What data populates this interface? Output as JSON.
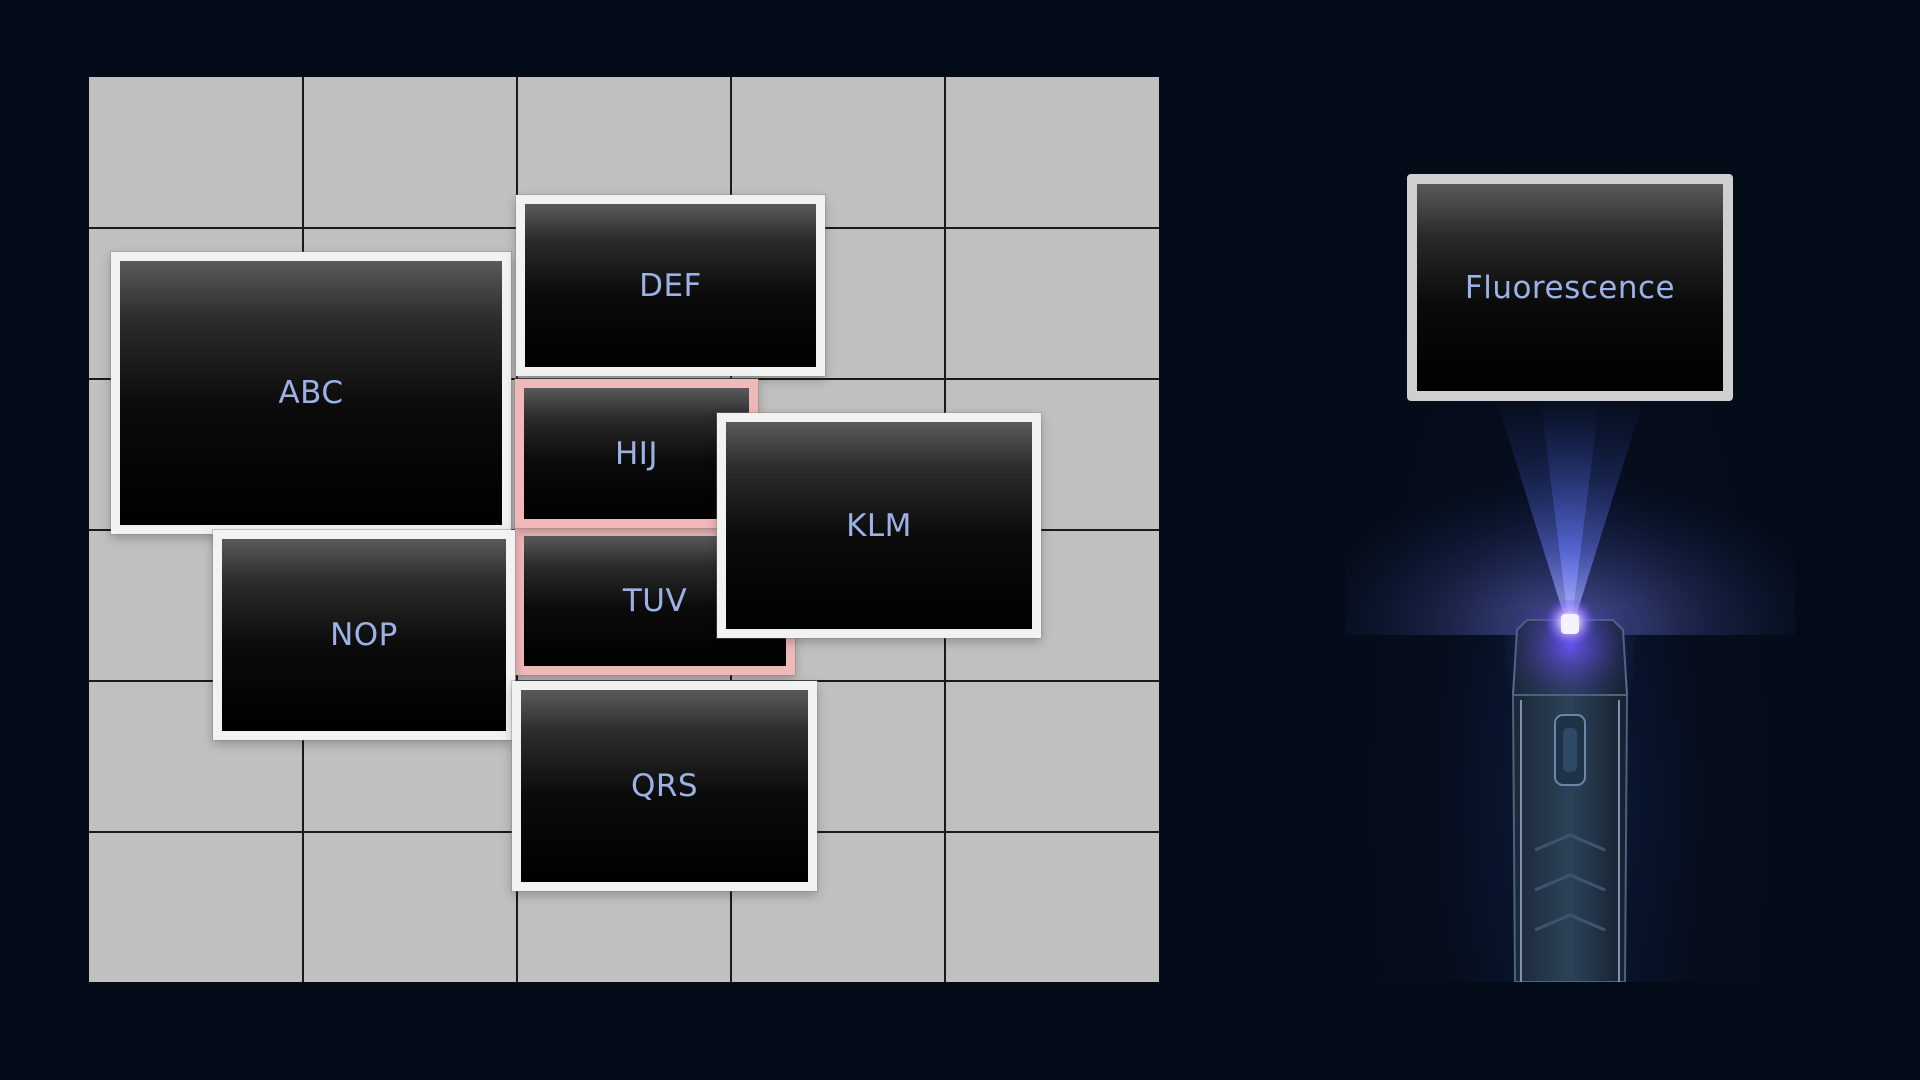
{
  "board": {
    "tiles": [
      {
        "id": "abc",
        "label": "ABC"
      },
      {
        "id": "def",
        "label": "DEF"
      },
      {
        "id": "hij",
        "label": "HIJ"
      },
      {
        "id": "klm",
        "label": "KLM"
      },
      {
        "id": "nop",
        "label": "NOP"
      },
      {
        "id": "tuv",
        "label": "TUV"
      },
      {
        "id": "qrs",
        "label": "QRS"
      }
    ]
  },
  "side_panel": {
    "card_label": "Fluorescence",
    "device_icon": "uv-flashlight-icon",
    "beam_icon": "light-beam-icon"
  },
  "colors": {
    "background": "#040b18",
    "board": "#c0c0c0",
    "tile_label": "#9cb2e6",
    "tile_border": "#f2f2f2",
    "tile_highlight_border": "#f0b8b8",
    "beam": "#6a7cff"
  }
}
